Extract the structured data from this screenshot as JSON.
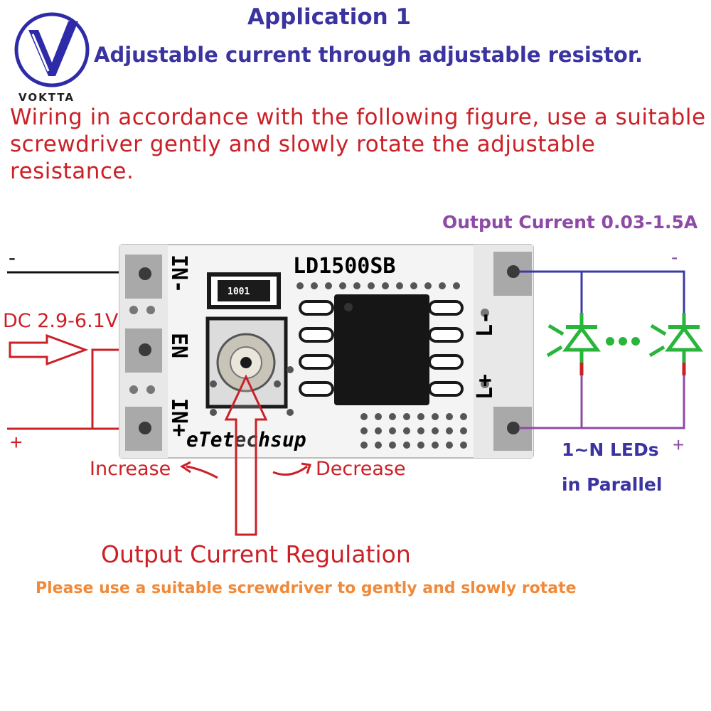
{
  "logo": {
    "text": "VOKTTA",
    "accent": "#2e2ba8"
  },
  "header": {
    "title": "Application 1",
    "subtitle": "Adjustable current through adjustable resistor."
  },
  "intro": "Wiring in accordance with the following figure, use a suitable screwdriver gently and slowly rotate the adjustable resistance.",
  "input_side": {
    "minus": "-",
    "plus": "+",
    "voltage": "DC 2.9-6.1V"
  },
  "board": {
    "chip_label": "LD1500SB",
    "resistor_code": "1001",
    "brand": "eTetechsup",
    "pin_in_minus": "IN-",
    "pin_en": "EN",
    "pin_in_plus": "IN+",
    "pin_l_minus": "L-",
    "pin_l_plus": "L+"
  },
  "output_side": {
    "current": "Output Current 0.03-1.5A",
    "minus": "-",
    "plus": "+",
    "leds_line1": "1~N LEDs",
    "leds_line2": "in Parallel"
  },
  "adjust": {
    "increase": "Increase",
    "decrease": "Decrease",
    "regulation": "Output Current Regulation",
    "note": "Please use a suitable screwdriver to gently and slowly rotate"
  },
  "colors": {
    "title_blue": "#3a33a0",
    "text_red": "#cc2027",
    "purple": "#8e4aa6",
    "orange_note": "#f08a3a",
    "led_green": "#27b53a",
    "wire_blue": "#3a3aa8"
  }
}
